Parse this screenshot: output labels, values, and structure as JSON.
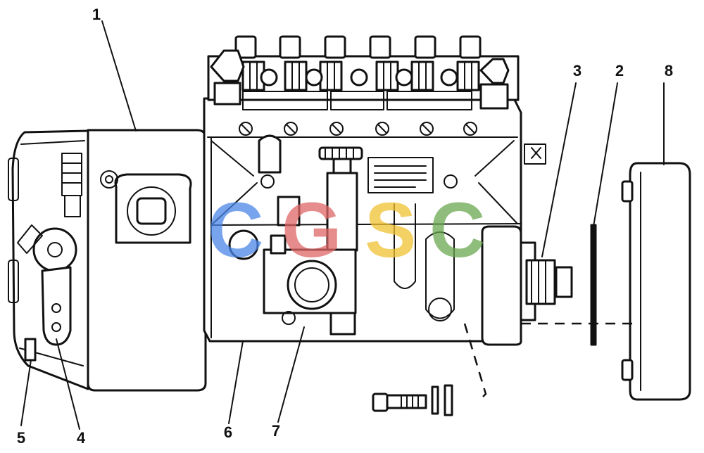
{
  "diagram": {
    "callouts": [
      "1",
      "2",
      "3",
      "4",
      "5",
      "6",
      "7",
      "8"
    ]
  },
  "watermark": {
    "letters": [
      "C",
      "G",
      "S",
      "C"
    ],
    "colors": [
      "#4a86e8",
      "#e06666",
      "#f1c232",
      "#6aa84f"
    ]
  }
}
